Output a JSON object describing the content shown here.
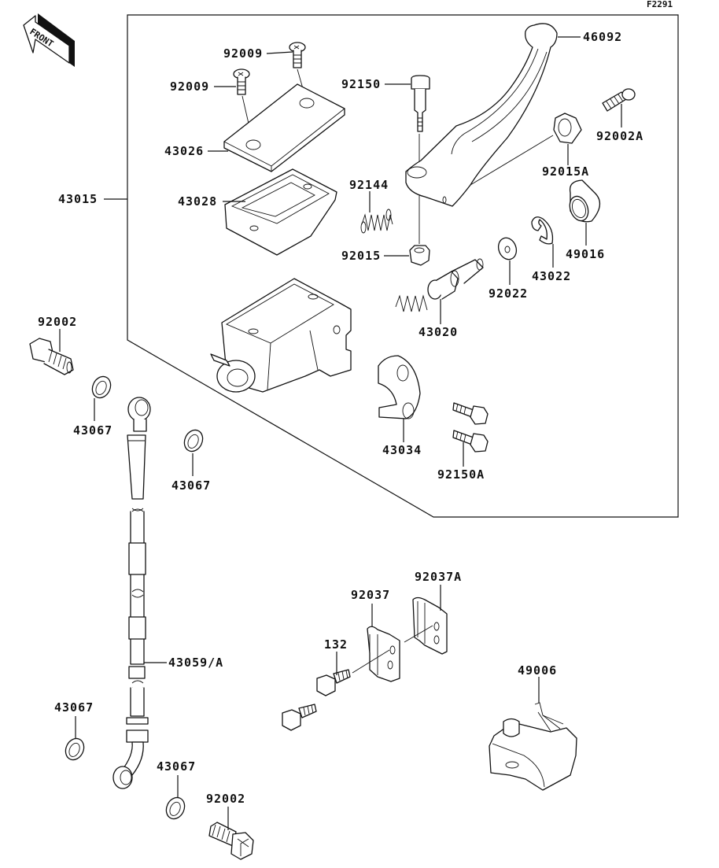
{
  "figure_id": "F2291",
  "front_label": "FRONT",
  "colors": {
    "line": "#111111",
    "background": "#ffffff"
  },
  "parts": {
    "assembly": "43015",
    "lever": "46092",
    "screw_top": "92009",
    "screw_left": "92009",
    "pivot_bolt": "92150",
    "cap": "43026",
    "diaphragm": "43028",
    "spring": "92144",
    "nut": "92015",
    "nut_a": "92015A",
    "bolt_a": "92002A",
    "piston_kit": "43020",
    "washer": "92022",
    "circlip": "43022",
    "boot": "49016",
    "clamp": "43034",
    "clamp_bolt": "92150A",
    "banjo_bolt_top": "92002",
    "gasket_1": "43067",
    "gasket_2": "43067",
    "hose": "43059/A",
    "gasket_3": "43067",
    "gasket_4": "43067",
    "banjo_bolt_bottom": "92002",
    "bracket": "92037",
    "bracket_a": "92037A",
    "bracket_bolt": "132",
    "switch": "49006"
  }
}
